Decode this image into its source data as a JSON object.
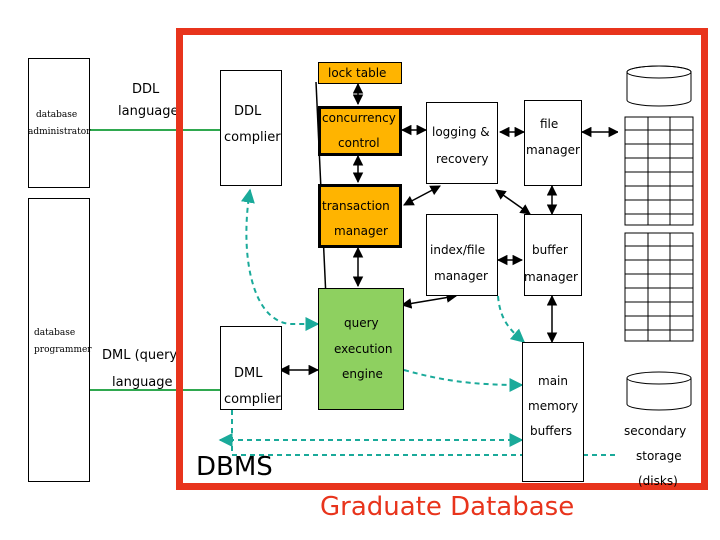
{
  "users": {
    "admin": {
      "line1": "database",
      "line2": "administrator"
    },
    "programmer": {
      "line1": "database",
      "line2": "programmer"
    }
  },
  "inputs": {
    "ddl": {
      "line1": "DDL",
      "line2": "language"
    },
    "dml": {
      "line1": "DML (query",
      "line2": "language"
    }
  },
  "components": {
    "ddl_compiler": {
      "line1": "DDL",
      "line2": "complier"
    },
    "dml_compiler": {
      "line1": "DML",
      "line2": "complier"
    },
    "lock_table": "lock table",
    "concurrency_control": {
      "line1": "concurrency",
      "line2": "control"
    },
    "transaction_manager": {
      "line1": "transaction",
      "line2": "manager"
    },
    "logging_recovery": {
      "line1": "logging &",
      "line2": "recovery"
    },
    "file_manager": {
      "line1": "file",
      "line2": "manager"
    },
    "index_file_manager": {
      "line1": "index/file",
      "line2": "manager"
    },
    "buffer_manager": {
      "line1": "buffer",
      "line2": "manager"
    },
    "query_execution": {
      "line1": "query",
      "line2": "execution",
      "line3": "engine"
    },
    "main_memory": {
      "line1": "main",
      "line2": "memory",
      "line3": "buffers"
    },
    "secondary_storage": {
      "line1": "secondary",
      "line2": "storage",
      "line3": "(disks)"
    }
  },
  "dbms_label": "DBMS",
  "footer_title": "Graduate Database",
  "colors": {
    "frame": "#e8341c",
    "highlight": "#ffb400",
    "engine": "#8ed060",
    "input_arrow": "#2fa84f",
    "dashed": "#1aaa9a",
    "footer": "#e8341c"
  }
}
